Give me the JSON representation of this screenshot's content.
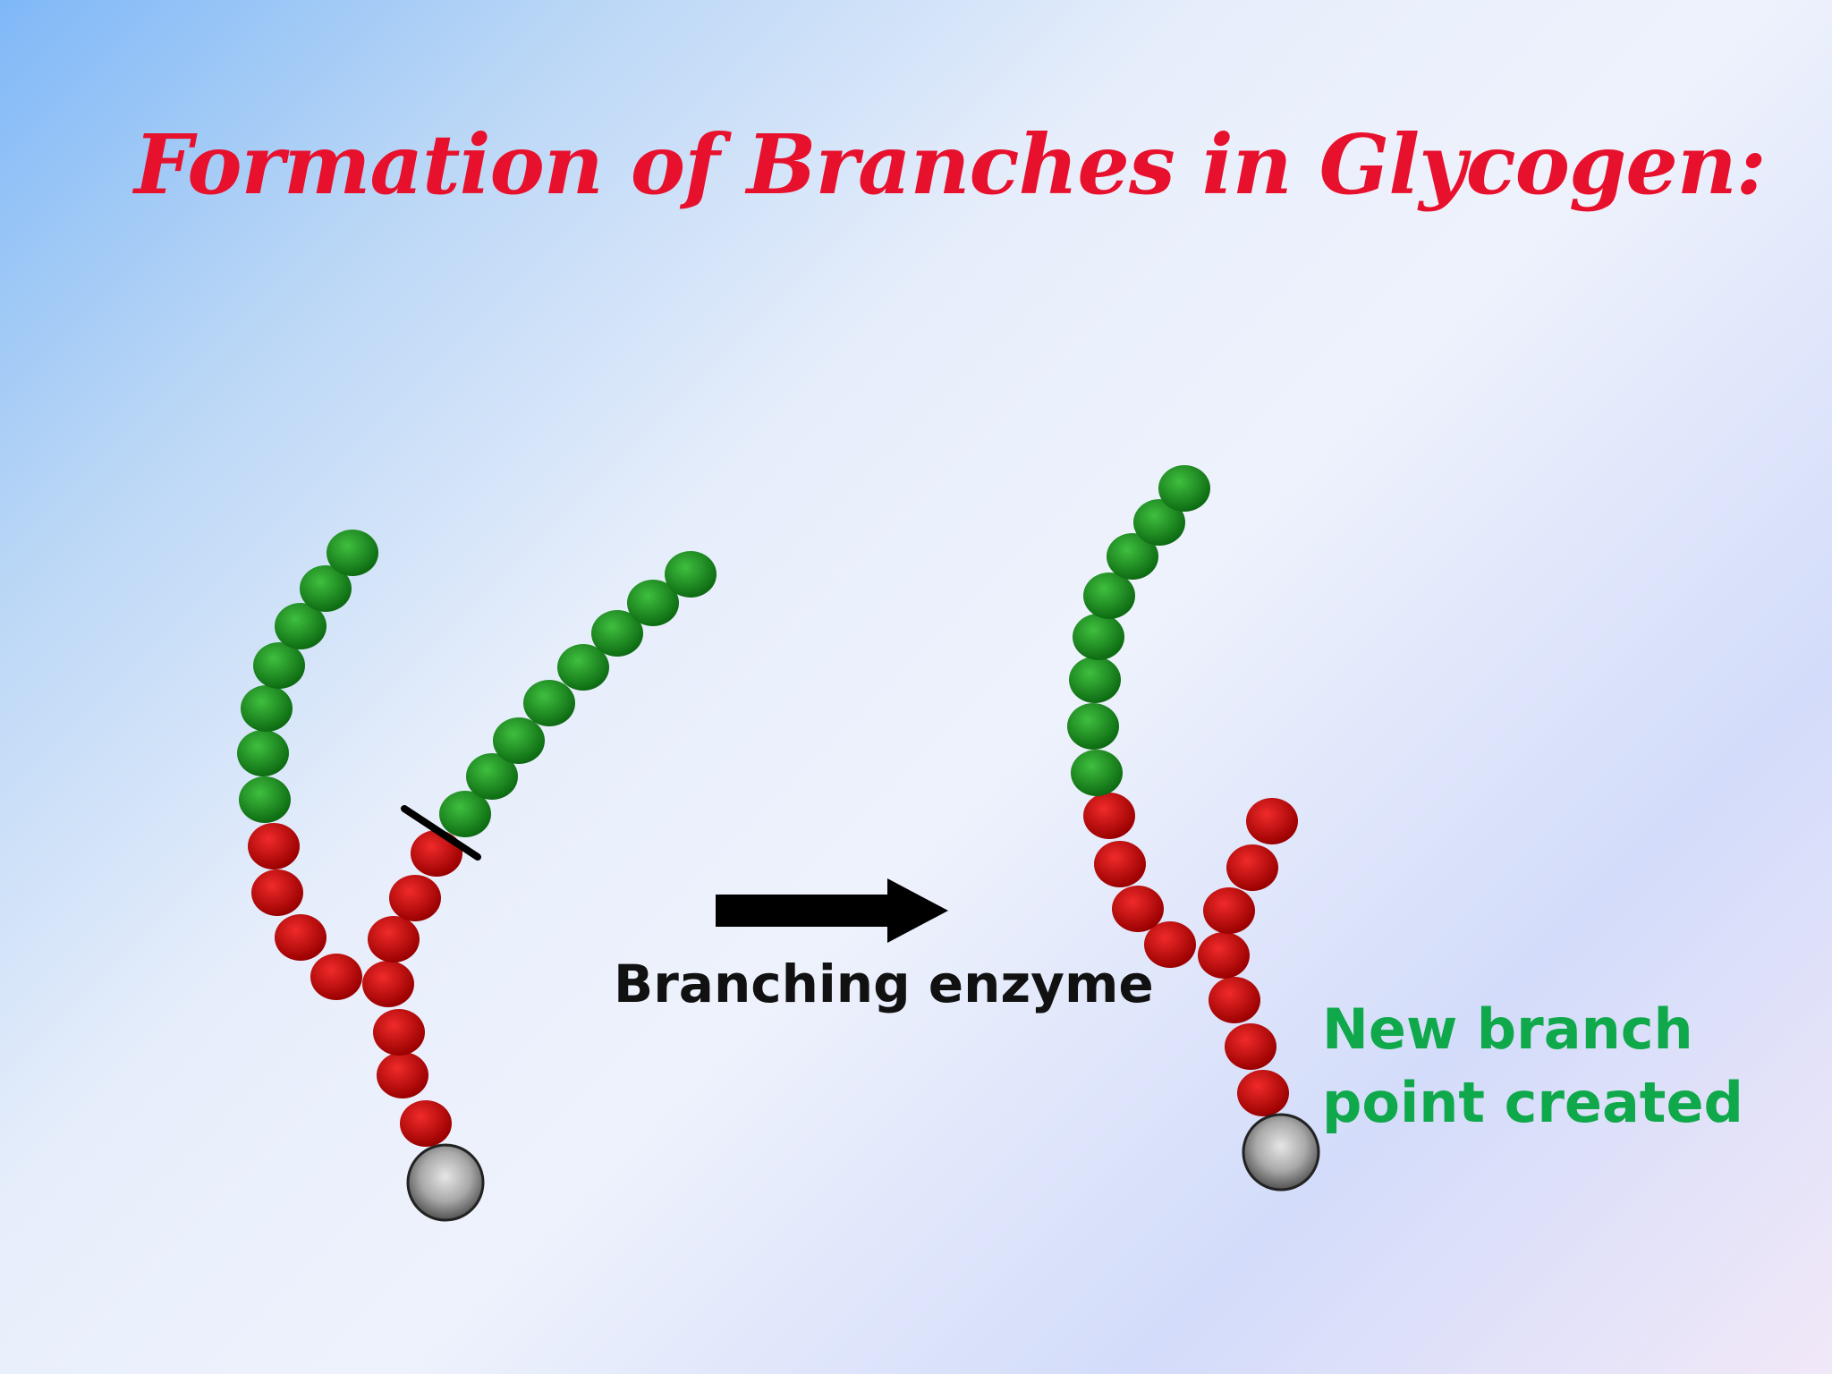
{
  "slide": {
    "title": "Formation of Branches in Glycogen:",
    "arrow_label": "Branching enzyme",
    "result_label_line1": "New branch",
    "result_label_line2": "point created"
  },
  "colors": {
    "title": "#e8112d",
    "green_residue": "#1f8f1f",
    "red_residue": "#d10a0a",
    "core": "#7a7a7a",
    "result_label": "#0fa84a",
    "arrow": "#000000"
  },
  "icons": {
    "arrow": "right-arrow-icon",
    "core": "glycogenin-core-icon",
    "cut": "cleavage-mark-icon"
  }
}
